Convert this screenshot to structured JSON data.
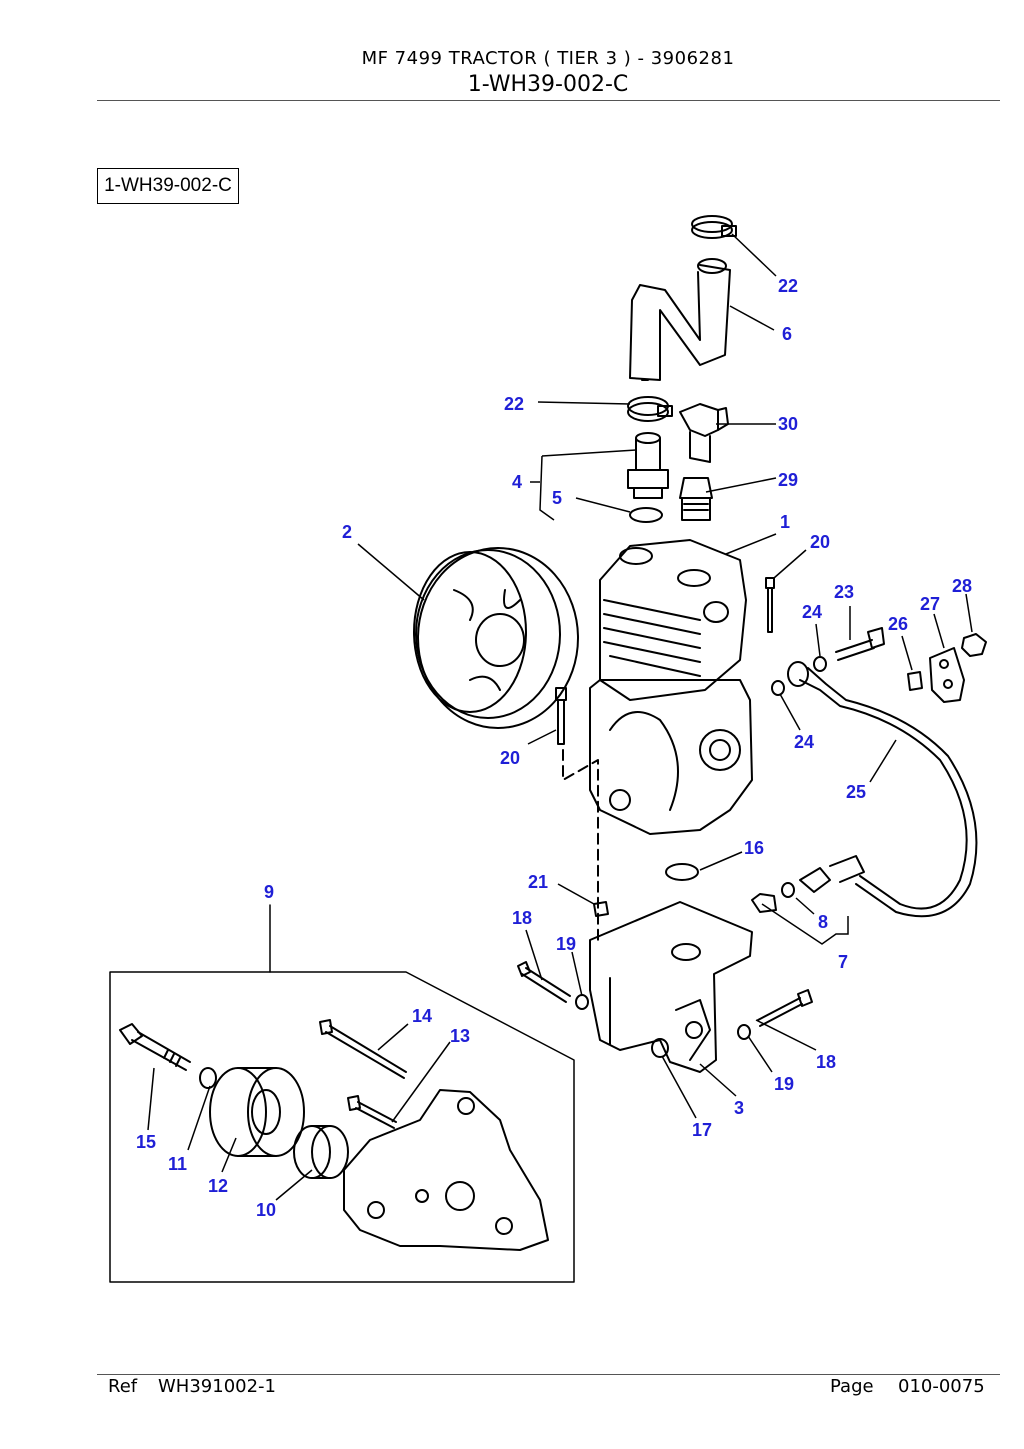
{
  "header": {
    "title": "MF 7499   TRACTOR ( TIER 3 ) - 3906281",
    "code": "1-WH39-002-C"
  },
  "diagram": {
    "box_label": "1-WH39-002-C",
    "callouts": [
      "22",
      "6",
      "22",
      "30",
      "4",
      "5",
      "29",
      "2",
      "1",
      "20",
      "23",
      "24",
      "28",
      "27",
      "26",
      "24",
      "20",
      "25",
      "16",
      "21",
      "8",
      "7",
      "18",
      "19",
      "18",
      "19",
      "3",
      "17",
      "9",
      "14",
      "13",
      "15",
      "11",
      "12",
      "10"
    ]
  },
  "footer": {
    "ref_label": "Ref",
    "ref_value": "WH391002-1",
    "page_label": "Page",
    "page_value": "010-0075"
  }
}
